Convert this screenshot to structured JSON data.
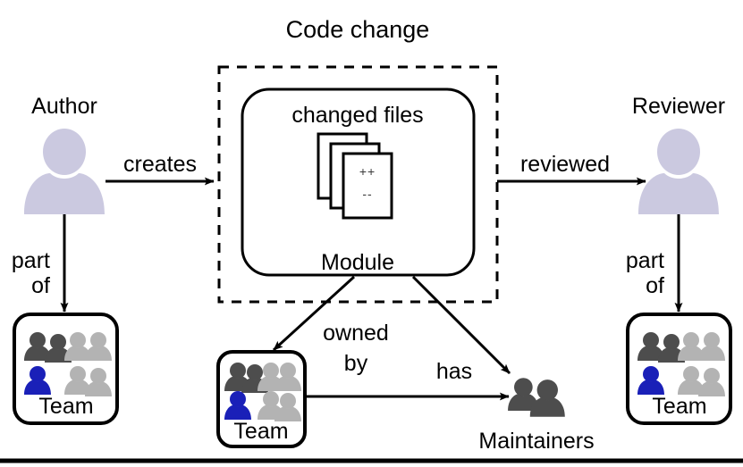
{
  "diagram": {
    "title": "Code change",
    "background_color": "#ffffff",
    "line_color": "#000000",
    "person_fill": "#cbc9e0",
    "team_dark": "#4d4d4d",
    "team_mid": "#6e6e6e",
    "team_light": "#b3b3b3",
    "team_accent": "#1a20b8",
    "maintainer_fill": "#4d4d4d",
    "diff_text_color": "#3a3a3a",
    "nodes": [
      {
        "id": "author",
        "label": "Author",
        "icon": "person-icon",
        "type": "actor"
      },
      {
        "id": "code-change",
        "label": "Code change",
        "icon": "dashed-group",
        "type": "group"
      },
      {
        "id": "module",
        "label": "Module",
        "icon": "rounded-box",
        "type": "entity"
      },
      {
        "id": "changed-files",
        "label": "changed files",
        "icon": "file-stack-icon",
        "type": "entity"
      },
      {
        "id": "reviewer",
        "label": "Reviewer",
        "icon": "person-icon",
        "type": "actor"
      },
      {
        "id": "team-left",
        "label": "Team",
        "icon": "team-icon",
        "type": "entity"
      },
      {
        "id": "team-center",
        "label": "Team",
        "icon": "team-icon",
        "type": "entity"
      },
      {
        "id": "team-right",
        "label": "Team",
        "icon": "team-icon",
        "type": "entity"
      },
      {
        "id": "maintainers",
        "label": "Maintainers",
        "icon": "maintainers-icon",
        "type": "entity"
      }
    ],
    "edges": [
      {
        "id": "author-creates",
        "label": "creates",
        "from": "author",
        "to": "code-change",
        "style": "solid-arrow"
      },
      {
        "id": "change-reviewed",
        "label": "reviewed",
        "from": "code-change",
        "to": "reviewer",
        "style": "solid-arrow"
      },
      {
        "id": "author-part-of",
        "label": "part of",
        "from": "author",
        "to": "team-left",
        "style": "solid-arrow"
      },
      {
        "id": "reviewer-part-of",
        "label": "part of",
        "from": "reviewer",
        "to": "team-right",
        "style": "solid-arrow"
      },
      {
        "id": "module-owned-by",
        "label": "owned by",
        "from": "module",
        "to": "team-center",
        "style": "solid-arrow"
      },
      {
        "id": "module-has",
        "label": "has",
        "from": "module",
        "to": "maintainers",
        "style": "solid-arrow"
      },
      {
        "id": "team-has-maintainers",
        "label": "",
        "from": "team-center",
        "to": "maintainers",
        "style": "solid-arrow"
      }
    ],
    "file_stack": {
      "added_marker": "++",
      "removed_marker": "--"
    },
    "edge_label_lines": {
      "author_part_of": [
        "part",
        "of"
      ],
      "reviewer_part_of": [
        "part",
        "of"
      ],
      "module_owned_by": [
        "owned",
        "by"
      ]
    },
    "footer_rule": true
  }
}
